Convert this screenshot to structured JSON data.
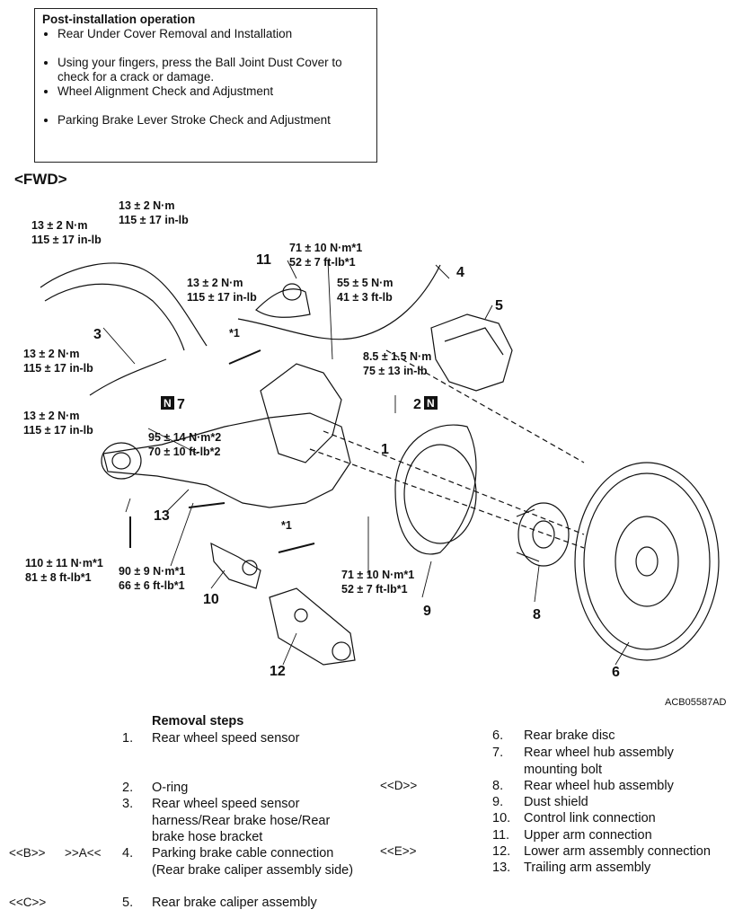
{
  "post_install": {
    "title": "Post-installation operation",
    "items": [
      "Rear Under Cover Removal and Installation",
      "Using your fingers, press the Ball Joint Dust Cover to check for a crack or damage.",
      "Wheel Alignment Check and Adjustment",
      "Parking Brake Lever Stroke Check and Adjustment"
    ]
  },
  "fwd_label": "<FWD>",
  "diagram": {
    "code": "ACB05587AD",
    "torques": {
      "t1": [
        "13 ± 2 N·m",
        "115 ± 17 in-lb"
      ],
      "t2": [
        "13 ± 2 N·m",
        "115 ± 17 in-lb"
      ],
      "t3": [
        "13 ± 2 N·m",
        "115 ± 17 in-lb"
      ],
      "t4": [
        "13 ± 2 N·m",
        "115 ± 17 in-lb"
      ],
      "t5": [
        "13 ± 2 N·m",
        "115 ± 17 in-lb"
      ],
      "t6": [
        "71 ± 10 N·m*1",
        "52 ± 7 ft-lb*1"
      ],
      "t7": [
        "55 ± 5 N·m",
        "41 ± 3 ft-lb"
      ],
      "t8": [
        "8.5 ± 1.5 N·m",
        "75 ± 13 in-lb"
      ],
      "t9": [
        "95 ± 14 N·m*2",
        "70 ± 10 ft-lb*2"
      ],
      "t10": [
        "110 ± 11 N·m*1",
        "81 ± 8 ft-lb*1"
      ],
      "t11": [
        "90 ± 9 N·m*1",
        "66 ± 6 ft-lb*1"
      ],
      "t12": [
        "71 ± 10 N·m*1",
        "52 ± 7 ft-lb*1"
      ]
    },
    "stars": [
      "*1",
      "*1"
    ],
    "n_badge": "N",
    "numbers": [
      "1",
      "2",
      "3",
      "4",
      "5",
      "6",
      "7",
      "8",
      "9",
      "10",
      "11",
      "12",
      "13"
    ]
  },
  "removal": {
    "header": "Removal steps",
    "left": [
      {
        "num": "1.",
        "text": "Rear wheel speed sensor",
        "mark": ""
      },
      {
        "num": "2.",
        "text": "O-ring",
        "mark": ""
      },
      {
        "num": "3.",
        "text": "Rear wheel speed sensor harness/Rear brake hose/Rear brake hose bracket",
        "mark": ""
      },
      {
        "num": "4.",
        "text": "Parking brake cable connection (Rear brake caliper assembly side)",
        "mark": ""
      },
      {
        "num": "5.",
        "text": "Rear brake caliper assembly",
        "mark": ""
      }
    ],
    "right": [
      {
        "num": "6.",
        "text": "Rear brake disc"
      },
      {
        "num": "7.",
        "text": "Rear wheel hub assembly mounting bolt"
      },
      {
        "num": "8.",
        "text": "Rear wheel hub assembly"
      },
      {
        "num": "9.",
        "text": "Dust shield"
      },
      {
        "num": "10.",
        "text": "Control link connection"
      },
      {
        "num": "11.",
        "text": "Upper arm connection"
      },
      {
        "num": "12.",
        "text": "Lower arm assembly connection"
      },
      {
        "num": "13.",
        "text": "Trailing arm assembly"
      }
    ],
    "marks": {
      "m4_left": "<<B>>",
      "m4_right": ">>A<<",
      "m5": "<<C>>",
      "m8": "<<D>>",
      "m12": "<<E>>"
    }
  }
}
